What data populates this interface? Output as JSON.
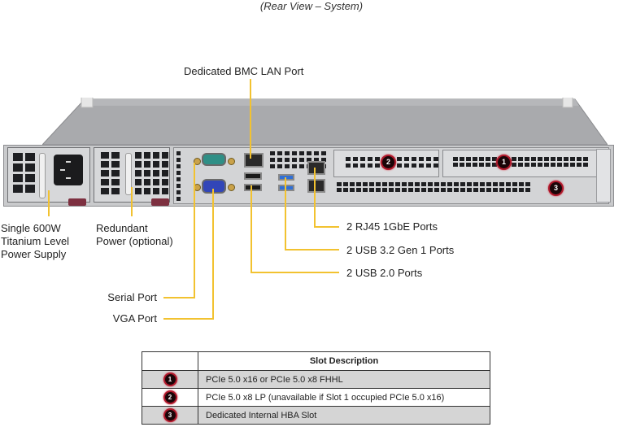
{
  "caption": "(Rear View – System)",
  "callouts": {
    "bmc_lan": "Dedicated BMC LAN Port",
    "psu_single": [
      "Single 600W",
      "Titanium Level",
      "Power Supply"
    ],
    "psu_redundant": [
      "Redundant",
      "Power (optional)"
    ],
    "rj45": "2 RJ45 1GbE Ports",
    "usb3": "2 USB 3.2 Gen 1 Ports",
    "usb2": "2 USB 2.0 Ports",
    "serial": "Serial Port",
    "vga": "VGA Port"
  },
  "slot_badges": [
    "1",
    "2",
    "3"
  ],
  "table": {
    "header": [
      "",
      "Slot Description"
    ],
    "rows": [
      {
        "slot": "1",
        "description": "PCIe 5.0 x16 or PCIe 5.0 x8 FHHL"
      },
      {
        "slot": "2",
        "description": "PCIe 5.0 x8 LP (unavailable if Slot 1 occupied PCIe 5.0 x16)"
      },
      {
        "slot": "3",
        "description": "Dedicated Internal HBA Slot"
      }
    ]
  },
  "colors": {
    "callout_line": "#f2c230",
    "badge_ring": "#b0182b",
    "table_shade": "#d5d5d5"
  }
}
